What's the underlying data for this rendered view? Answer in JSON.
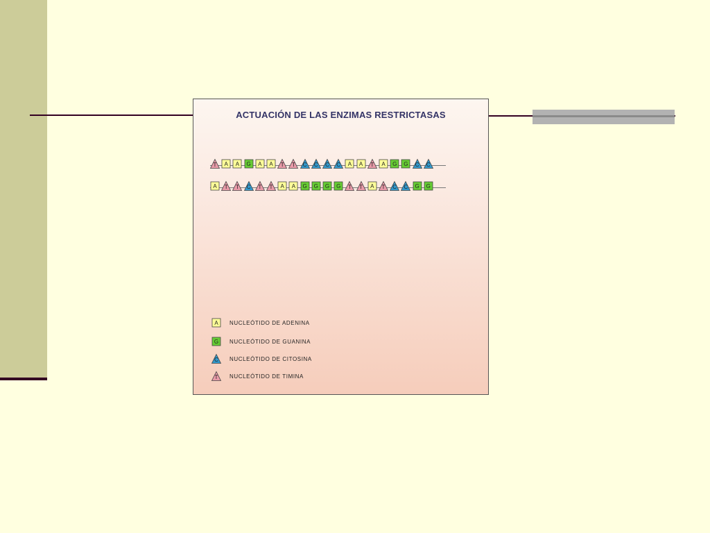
{
  "diagram": {
    "title": "ACTUACIÓN DE LAS ENZIMAS RESTRICTASAS",
    "strand_top": [
      "T",
      "A",
      "A",
      "G",
      "A",
      "A",
      "T",
      "T",
      "C",
      "C",
      "C",
      "C",
      "A",
      "A",
      "T",
      "A",
      "G",
      "G",
      "C",
      "C"
    ],
    "strand_bottom": [
      "A",
      "T",
      "T",
      "C",
      "T",
      "T",
      "A",
      "A",
      "G",
      "G",
      "G",
      "G",
      "T",
      "T",
      "A",
      "T",
      "C",
      "C",
      "G",
      "G"
    ],
    "legend": [
      {
        "base": "A",
        "label": "NUCLEÓTIDO DE ADENINA"
      },
      {
        "base": "G",
        "label": "NUCLEÓTIDO DE GUANINA"
      },
      {
        "base": "C",
        "label": "NUCLEÓTIDO DE CITOSINA"
      },
      {
        "base": "T",
        "label": "NUCLEÓTIDO DE TIMINA"
      }
    ]
  },
  "colors": {
    "A": "#FFFF99",
    "G": "#66CC33",
    "C": "#3399CC",
    "T": "#E89AA8",
    "title": "#333366",
    "background": "#FFFFE0",
    "left_bar": "#CCCC99",
    "grey_bar": "#B2B2B2"
  },
  "icons": {
    "A": "square-nucleotide-icon",
    "G": "square-nucleotide-icon",
    "C": "triangle-nucleotide-icon",
    "T": "triangle-nucleotide-icon"
  }
}
